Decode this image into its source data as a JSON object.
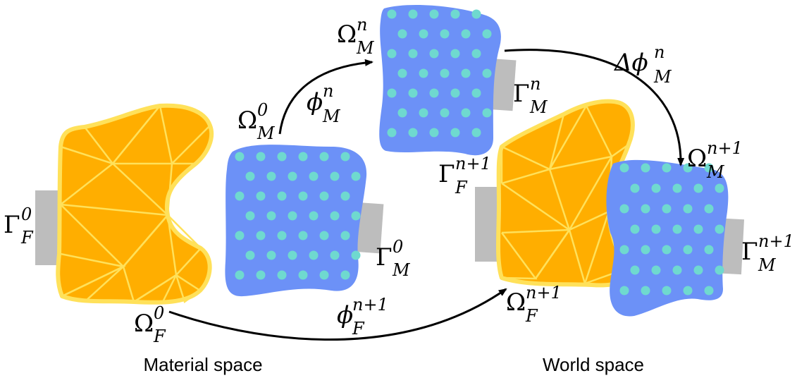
{
  "colors": {
    "fluid_fill": "#FFAE00",
    "fluid_mesh": "#FFE15A",
    "solid_fill": "#6C91F7",
    "particle": "#6FD9CF",
    "boundary": "#BDBDBD",
    "arrow": "#000000"
  },
  "captions": {
    "material": "Material space",
    "world": "World space"
  },
  "labels": {
    "gamma_f0": {
      "base": "Γ",
      "sup": "0",
      "sub": "F"
    },
    "omega_f0": {
      "base": "Ω",
      "sup": "0",
      "sub": "F"
    },
    "omega_m0": {
      "base": "Ω",
      "sup": "0",
      "sub": "M"
    },
    "gamma_m0": {
      "base": "Γ",
      "sup": "0",
      "sub": "M"
    },
    "phi_mn": {
      "base": "ϕ",
      "sup": "n",
      "sub": "M"
    },
    "omega_mn": {
      "base": "Ω",
      "sup": "n",
      "sub": "M"
    },
    "gamma_mn": {
      "base": "Γ",
      "sup": "n",
      "sub": "M"
    },
    "dphi_mn": {
      "base": "Δϕ",
      "sup": "n",
      "sub": "M"
    },
    "omega_mn1": {
      "base": "Ω",
      "sup": "n+1",
      "sub": "M"
    },
    "gamma_fn1": {
      "base": "Γ",
      "sup": "n+1",
      "sub": "F"
    },
    "gamma_mn1": {
      "base": "Γ",
      "sup": "n+1",
      "sub": "M"
    },
    "omega_fn1": {
      "base": "Ω",
      "sup": "n+1",
      "sub": "F"
    },
    "phi_fn1": {
      "base": "ϕ",
      "sup": "n+1",
      "sub": "F"
    }
  },
  "icons": {
    "fluid_mesh": "triangle-mesh-icon",
    "particles": "particle-dots-icon",
    "boundary": "boundary-bar-icon"
  }
}
